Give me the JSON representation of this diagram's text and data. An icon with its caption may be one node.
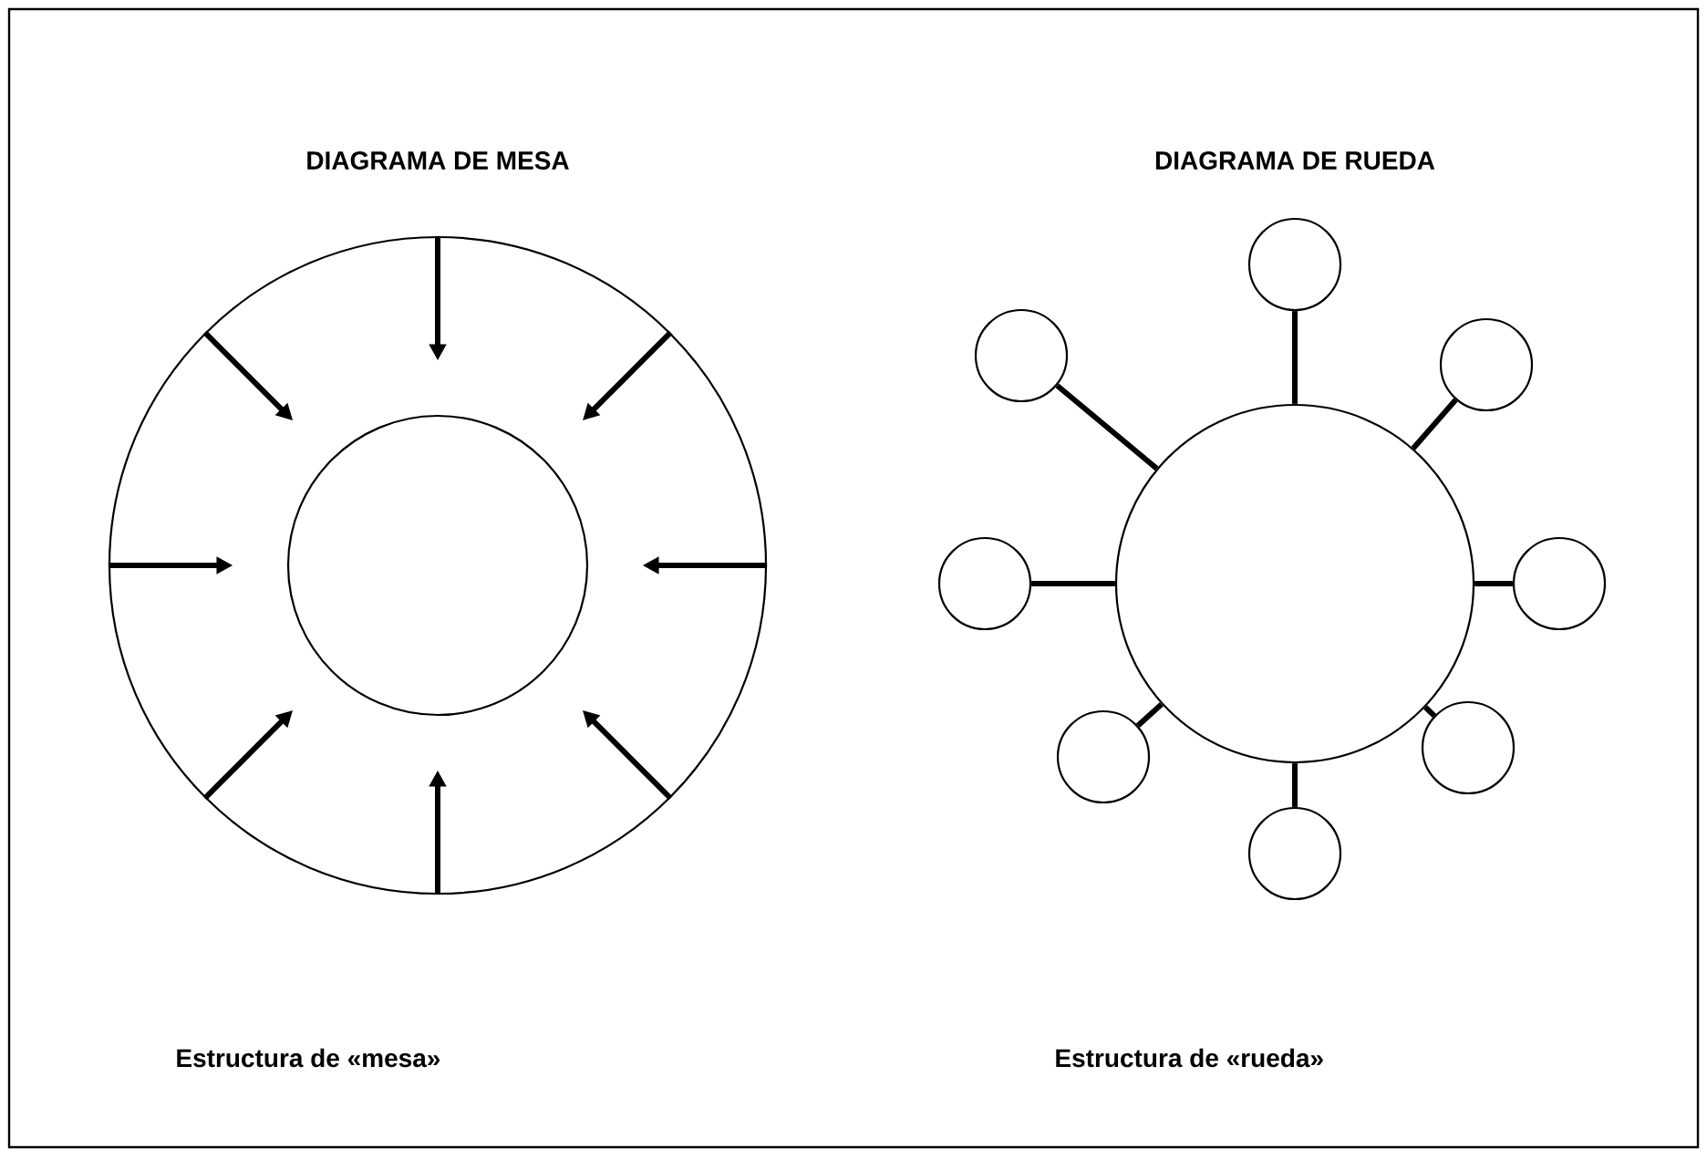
{
  "diagram": {
    "nodes": [
      {
        "text": [],
        "shape": "circle"
      },
      {
        "text": [],
        "shape": "circle",
        "in": 0
      },
      {
        "text": [],
        "shape": "circle"
      },
      {
        "text": [],
        "shape": "circle"
      },
      {
        "text": [],
        "shape": "circle"
      },
      {
        "text": [],
        "shape": "circle"
      },
      {
        "text": [],
        "shape": "circle"
      },
      {
        "text": [],
        "shape": "circle"
      },
      {
        "text": [],
        "shape": "circle"
      },
      {
        "text": [],
        "shape": "circle"
      },
      {
        "text": [],
        "shape": "circle"
      }
    ],
    "edges": [
      {
        "from": 0,
        "to": 1,
        "arrow": "to"
      },
      {
        "from": 0,
        "to": 1,
        "arrow": "to"
      },
      {
        "from": 0,
        "to": 1,
        "arrow": "to"
      },
      {
        "from": 0,
        "to": 1,
        "arrow": "to"
      },
      {
        "from": 0,
        "to": 1,
        "arrow": "to"
      },
      {
        "from": 0,
        "to": 1,
        "arrow": "to"
      },
      {
        "from": 0,
        "to": 1,
        "arrow": "to"
      },
      {
        "from": 0,
        "to": 1,
        "arrow": "to"
      },
      {
        "from": 2,
        "to": 3,
        "arrow": "none"
      },
      {
        "from": 2,
        "to": 4,
        "arrow": "none"
      },
      {
        "from": 2,
        "to": 5,
        "arrow": "none"
      },
      {
        "from": 2,
        "to": 6,
        "arrow": "none"
      },
      {
        "from": 2,
        "to": 7,
        "arrow": "none"
      },
      {
        "from": 2,
        "to": 8,
        "arrow": "none"
      },
      {
        "from": 2,
        "to": 9,
        "arrow": "none"
      },
      {
        "from": 2,
        "to": 10,
        "arrow": "none"
      }
    ],
    "labels": [
      "DIAGRAMA DE MESA",
      "DIAGRAMA DE RUEDA",
      "Estructura de «mesa»",
      "Estructura de «rueda»"
    ]
  }
}
